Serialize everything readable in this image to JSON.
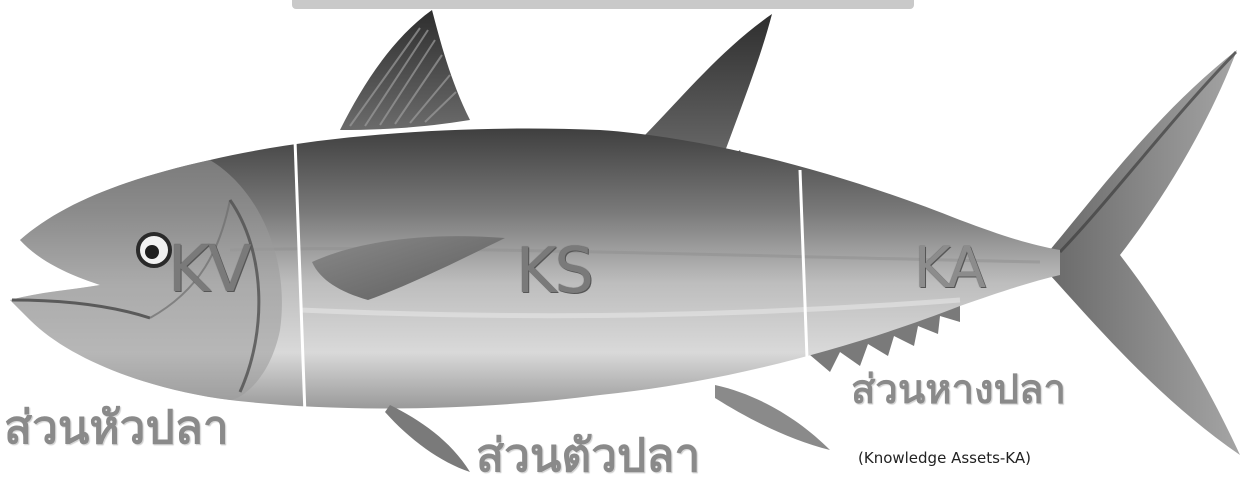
{
  "diagram": {
    "segments": [
      {
        "code": "KV",
        "thai_label": "ส่วนหัวปลา"
      },
      {
        "code": "KS",
        "thai_label": "ส่วนตัวปลา"
      },
      {
        "code": "KA",
        "thai_label": "ส่วนหางปลา",
        "subtitle": "(Knowledge Assets-KA)"
      }
    ],
    "colors": {
      "fish_back": "#4a4a4a",
      "fish_belly": "#d8d8d8",
      "divider": "#ffffff",
      "label_text": "#7a7a7a"
    }
  }
}
